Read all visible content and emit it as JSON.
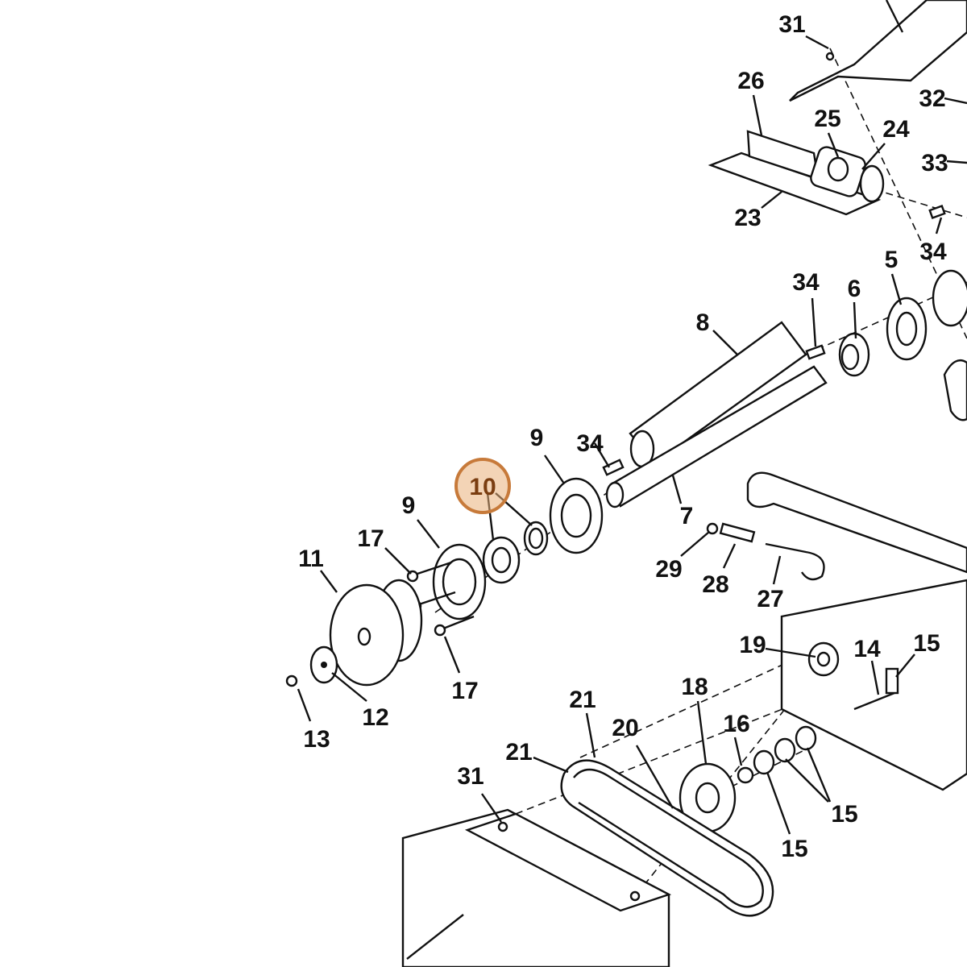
{
  "highlight": {
    "label": "10",
    "color": "#e9a96a"
  },
  "callouts": {
    "c31_top": "31",
    "c26": "26",
    "c25": "25",
    "c24": "24",
    "c32": "32",
    "c33": "33",
    "c23": "23",
    "c34_right": "34",
    "c5": "5",
    "c34_mid": "34",
    "c6": "6",
    "c8": "8",
    "c34_left": "34",
    "c9_right": "9",
    "c7": "7",
    "c9_left": "9",
    "c17_top": "17",
    "c11": "11",
    "c29": "29",
    "c28": "28",
    "c27": "27",
    "c12": "12",
    "c13": "13",
    "c17_bottom": "17",
    "c19": "19",
    "c14": "14",
    "c15_top": "15",
    "c18": "18",
    "c16": "16",
    "c21_top": "21",
    "c21_left": "21",
    "c20": "20",
    "c15_right": "15",
    "c15_bottom": "15",
    "c31_bottom": "31"
  }
}
